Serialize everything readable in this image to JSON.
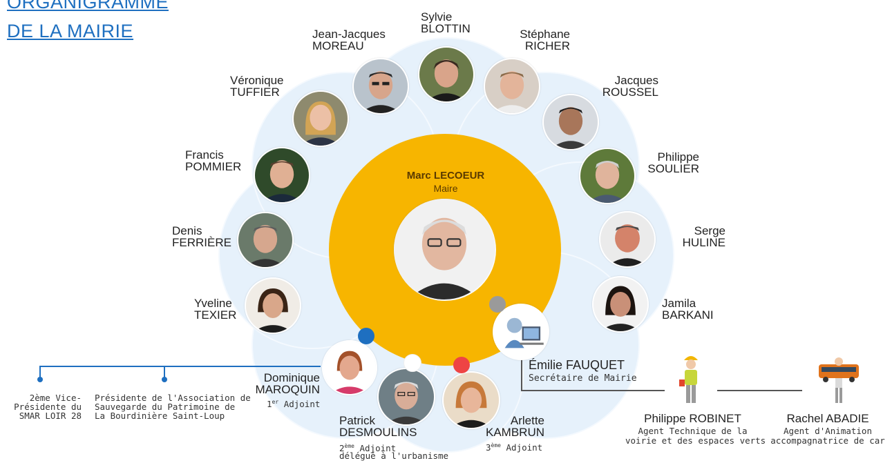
{
  "title": {
    "line1": "ORGANIGRAMME",
    "line2": "DE LA MAIRIE"
  },
  "mayor": {
    "name": "Marc LECOEUR",
    "role": "Maire"
  },
  "councillors": {
    "sylvie": {
      "first": "Sylvie",
      "last": "BLOTTIN"
    },
    "jean_jacques": {
      "first": "Jean-Jacques",
      "last": "MOREAU"
    },
    "stephane": {
      "first": "Stéphane",
      "last": "RICHER"
    },
    "veronique": {
      "first": "Véronique",
      "last": "TUFFIER"
    },
    "jacques": {
      "first": "Jacques",
      "last": "ROUSSEL"
    },
    "francis": {
      "first": "Francis",
      "last": "POMMIER"
    },
    "philippe_s": {
      "first": "Philippe",
      "last": "SOULIER"
    },
    "denis": {
      "first": "Denis",
      "last": "FERRIÈRE"
    },
    "serge": {
      "first": "Serge",
      "last": "HULINE"
    },
    "yveline": {
      "first": "Yveline",
      "last": "TEXIER"
    },
    "jamila": {
      "first": "Jamila",
      "last": "BARKANI"
    }
  },
  "adjoints": {
    "dominique": {
      "first": "Dominique",
      "last": "MAROQUIN",
      "num": "1",
      "sup": "er",
      "label": "Adjoint"
    },
    "patrick": {
      "first": "Patrick",
      "last": "DESMOULINS",
      "num": "2",
      "sup": "ème",
      "label": "Adjoint",
      "detail": "délégué à l'urbanisme"
    },
    "arlette": {
      "first": "Arlette",
      "last": "KAMBRUN",
      "num": "3",
      "sup": "ème",
      "label": "Adjoint"
    }
  },
  "mandates": {
    "vp": {
      "l1": "2ème Vice-",
      "l2": "Présidente  du",
      "l3": "SMAR LOIR 28"
    },
    "assoc": {
      "l1": "Présidente de l'Association de",
      "l2": "Sauvegarde du Patrimoine de",
      "l3": "La Bourdinière Saint-Loup"
    }
  },
  "staff": {
    "emilie": {
      "name": "Émilie FAUQUET",
      "role": "Secrétaire de Mairie"
    },
    "philippe_r": {
      "name": "Philippe ROBINET",
      "role1": "Agent Technique de la",
      "role2": "voirie et des espaces verts"
    },
    "rachel": {
      "name": "Rachel ABADIE",
      "role1": "Agent d'Animation",
      "role2": "accompagnatrice de car"
    }
  },
  "colors": {
    "accent_blue": "#1e6fc0",
    "gold": "#f7b500",
    "flower": "#e6f1fb",
    "red": "#ee4444",
    "grey": "#9a9a9a"
  }
}
